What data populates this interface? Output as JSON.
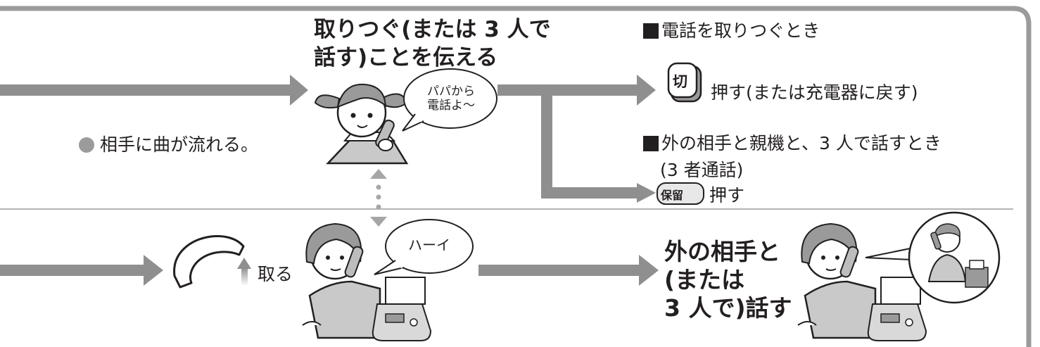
{
  "top_row": {
    "title_lines": [
      "取りつぐ(または 3 人で",
      "話す)ことを伝える"
    ],
    "music_note": "相手に曲が流れる。",
    "child_bubble_lines": [
      "パパから",
      "電話よ〜"
    ],
    "transfer_heading": "電話を取りつぐとき",
    "off_button_label": "切",
    "off_button_text": "押す(または充電器に戻す)",
    "three_way_heading": "外の相手と親機と、3 人で話すとき",
    "three_way_sub": "(3 者通話)",
    "hold_button_label": "保留",
    "hold_button_text": "押す"
  },
  "bottom_row": {
    "pick_up_text": "取る",
    "mother_bubble": "ハーイ",
    "result_lines": [
      "外の相手と",
      "(または",
      "3 人で)話す"
    ]
  },
  "icons": {
    "arrow": "arrow-right-icon",
    "handset": "handset-icon",
    "child": "child-with-cordless-phone-illustration",
    "mother": "woman-at-fax-phone-illustration"
  },
  "colors": {
    "frame": "#9b9b9b",
    "arrow": "#8f8f8f",
    "dot": "#a6a6a6",
    "text": "#231f20"
  }
}
